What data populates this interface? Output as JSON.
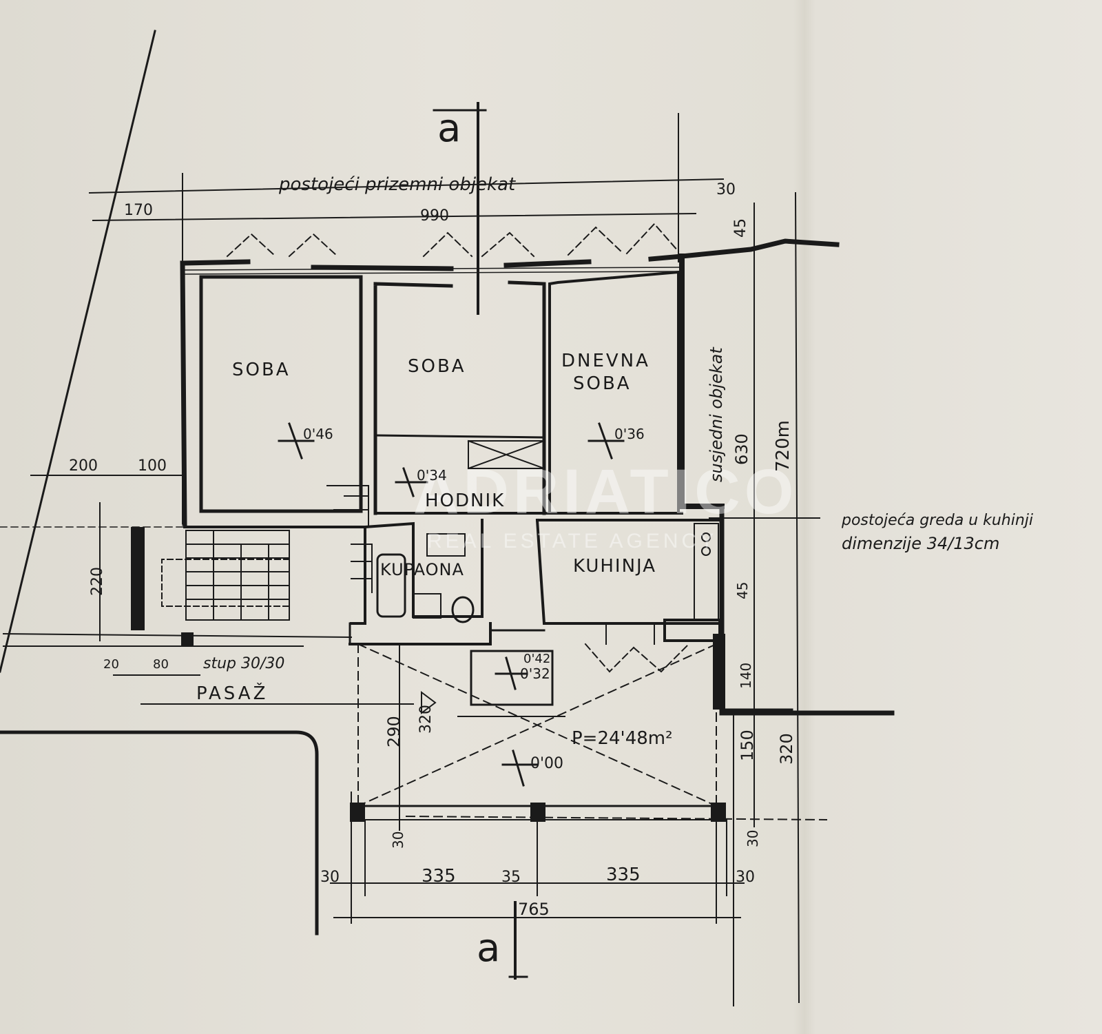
{
  "section_marker": "a",
  "existing_building": "postojeći prizemni objekat",
  "neighbor_building": "susjedni objekat",
  "rooms": {
    "soba_1": "SOBA",
    "soba_2": "SOBA",
    "dnevna_1": "DNEVNA",
    "dnevna_2": "SOBA",
    "hodnik": "HODNIK",
    "kupaona": "KUPAONA",
    "kuhinja": "KUHINJA",
    "pasaz": "PASAŽ"
  },
  "elevations": {
    "soba_1": "0'46",
    "dnevna": "0'36",
    "hodnik": "0'34",
    "entry": "0'32",
    "ground": "0'00",
    "stairs_entry": "0'42"
  },
  "column_note": "stup 30/30",
  "area_note": "P=24'48m²",
  "beam_note": {
    "line1": "postojeća greda u kuhinji",
    "line2": "dimenzije 34/13cm"
  },
  "dimensions": {
    "top_left": "170",
    "top_main": "990",
    "top_right": "30",
    "right_45_top": "45",
    "right_630": "630",
    "right_720m": "720m",
    "right_45_mid": "45",
    "right_140": "140",
    "right_150": "150",
    "right_320": "320",
    "right_30_bottom": "30",
    "left_200": "200",
    "left_100": "100",
    "left_220": "220",
    "bottom_20": "20",
    "bottom_80": "80",
    "pasaz_290": "290",
    "pasaz_320": "320",
    "pasaz_30": "30",
    "b_30_left": "30",
    "b_335_left": "335",
    "b_35": "35",
    "b_335_right": "335",
    "b_30_right": "30",
    "b_765": "765"
  },
  "watermark": {
    "brand": "ADRIATICO",
    "tagline": "REAL ESTATE AGENCY"
  }
}
